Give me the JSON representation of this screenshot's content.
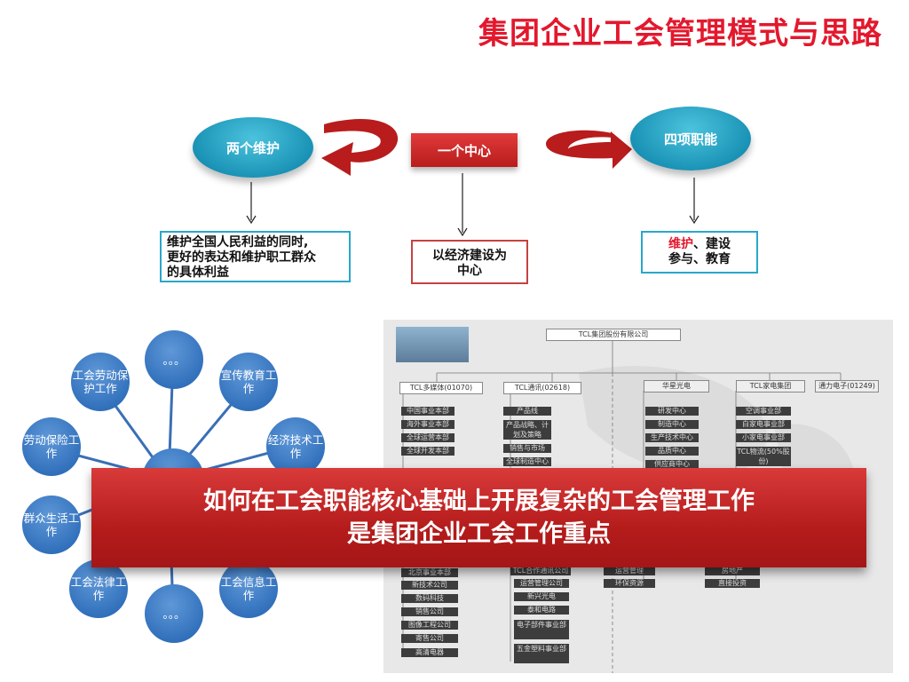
{
  "title": "集团企业工会管理模式与思路",
  "diagram": {
    "left_oval": "两个维护",
    "center_box": "一个中心",
    "right_oval": "四项职能",
    "left_desc_lines": [
      "维护全国人民利益的同时,",
      "更好的表达和维护职工群众",
      "的具体利益"
    ],
    "center_desc_lines": [
      "以经济建设为",
      "中心"
    ],
    "right_desc_red": "维护",
    "right_desc_line1_rest": "、建设",
    "right_desc_line2": "参与、教育"
  },
  "hub": {
    "nodes": {
      "top": "。。。",
      "top_right": "宣传教育工作",
      "right": "经济技术工作",
      "bottom_right": "工会信息工作",
      "bottom": "。。。",
      "bottom_left": "工会法律工作",
      "left": "群众生活工作",
      "left_upper": "劳动保险工作",
      "top_left": "工会劳动保护工作"
    }
  },
  "org": {
    "header": "TCL集团股份有限公司",
    "columns": [
      {
        "head": "TCL多媒体(01070)",
        "items": [
          "中国事业本部",
          "海外事业本部",
          "全球运营本部",
          "全球开发本部"
        ],
        "bottom": [
          "北京事业本部",
          "新技术公司",
          "数码科技",
          "销售公司",
          "图像工程公司",
          "寄售公司",
          "高清电器"
        ]
      },
      {
        "head": "TCL通讯(02618)",
        "items": [
          "产品线",
          "产品战略、计划及策略",
          "销售与市场",
          "全球制造中心"
        ],
        "bottom": [
          "TCL合作通讯公司",
          "运营管理公司",
          "新兴光电",
          "泰和电路",
          "电子部件事业部",
          "五金塑料事业部"
        ]
      },
      {
        "head": "华星光电",
        "items": [
          "研发中心",
          "制造中心",
          "生产技术中心",
          "品质中心",
          "供应商中心"
        ],
        "bottom": [
          "运营管理",
          "环保资源"
        ]
      },
      {
        "head": "TCL家电集团",
        "items": [
          "空调事业部",
          "白家电事业部",
          "小家电事业部",
          "TCL物流(50%股份)"
        ],
        "bottom": [
          "房地产",
          "直接投资"
        ]
      },
      {
        "head": "通力电子(01249)",
        "items": [],
        "bottom": []
      }
    ]
  },
  "banner": {
    "line1": "如何在工会职能核心基础上开展复杂的工会管理工作",
    "line2": "是集团企业工会工作重点"
  }
}
